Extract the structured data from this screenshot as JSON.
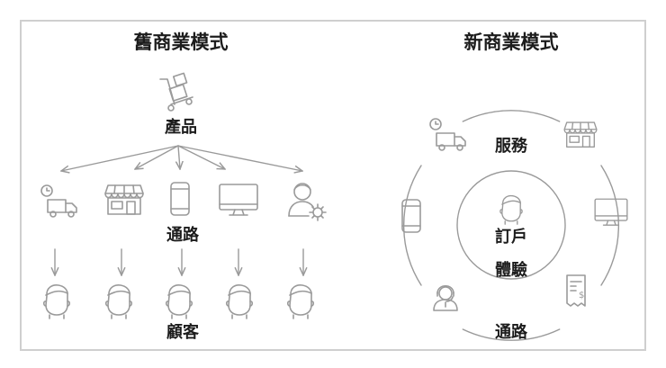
{
  "old_model": {
    "title": "舊商業模式",
    "product_label": "產品",
    "channel_label": "通路",
    "customer_label": "顧客",
    "icons": [
      "cart-icon",
      "delivery-truck-icon",
      "store-icon",
      "mobile-phone-icon",
      "monitor-icon",
      "support-agent-gear-icon",
      "face-icon"
    ]
  },
  "new_model": {
    "title": "新商業模式",
    "service_label": "服務",
    "center_line1": "訂戶",
    "center_line2": "體驗",
    "channel_label": "通路",
    "icons": [
      "delivery-truck-icon",
      "store-icon",
      "mobile-phone-icon",
      "monitor-icon",
      "headset-agent-icon",
      "receipt-icon",
      "face-icon"
    ]
  },
  "colors": {
    "stroke": "#9a9a9a",
    "text": "#1c1c1c",
    "frame": "#cfcfcf"
  }
}
